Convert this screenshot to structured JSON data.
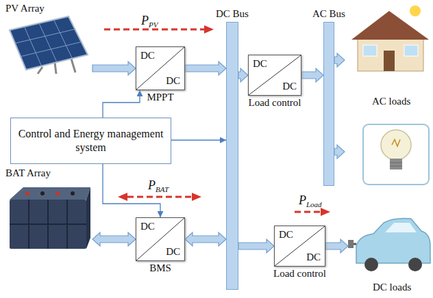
{
  "diagram": {
    "nodes": [
      {
        "text": [
          "PV Array"
        ]
      },
      {
        "text": [
          "DC",
          "DC",
          "MPPT"
        ]
      },
      {
        "text": [
          "DC Bus"
        ]
      },
      {
        "text": [
          "DC",
          "DC",
          "Load control"
        ]
      },
      {
        "text": [
          "AC Bus"
        ]
      },
      {
        "text": [
          "AC loads"
        ]
      },
      {
        "text": [
          "Control and Energy management system"
        ]
      },
      {
        "text": [
          "BAT Array"
        ]
      },
      {
        "text": [
          "DC",
          "DC",
          "BMS"
        ]
      },
      {
        "text": [
          "DC",
          "DC",
          "Load control"
        ]
      },
      {
        "text": [
          "DC loads"
        ]
      }
    ],
    "edges": [
      {
        "from": 0,
        "to": 1,
        "arrow": "to"
      },
      {
        "from": 1,
        "to": 2,
        "arrow": "to"
      },
      {
        "from": 2,
        "to": 3,
        "arrow": "to"
      },
      {
        "from": 3,
        "to": 4,
        "arrow": "to"
      },
      {
        "from": 4,
        "to": 5,
        "arrow": "to"
      },
      {
        "from": 4,
        "to": 5,
        "arrow": "to"
      },
      {
        "from": 6,
        "to": 1,
        "arrow": "to"
      },
      {
        "from": 6,
        "to": 2,
        "arrow": "to"
      },
      {
        "from": 6,
        "to": 8,
        "arrow": "to"
      },
      {
        "from": 7,
        "to": 8,
        "arrow": "both"
      },
      {
        "from": 8,
        "to": 2,
        "arrow": "both"
      },
      {
        "from": 2,
        "to": 9,
        "arrow": "to"
      },
      {
        "from": 9,
        "to": 10,
        "arrow": "to"
      }
    ],
    "labels": [
      "P",
      "PV",
      "P",
      "BAT",
      "P",
      "Load"
    ]
  }
}
